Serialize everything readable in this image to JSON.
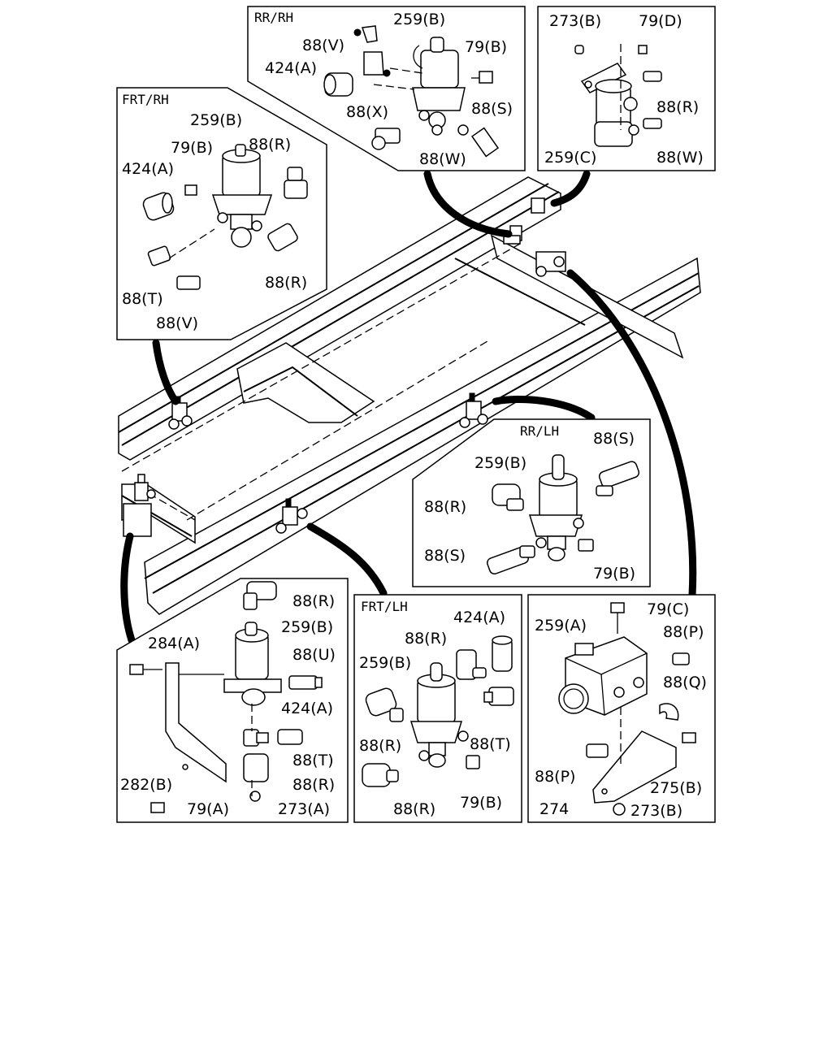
{
  "panels": {
    "rr_rh": {
      "title": "RR/RH",
      "labels": {
        "l1": "259(B)",
        "l2": "88(V)",
        "l3": "79(B)",
        "l4": "424(A)",
        "l5": "88(X)",
        "l6": "88(S)",
        "l7": "88(W)"
      }
    },
    "top_right": {
      "title": "",
      "labels": {
        "l1": "273(B)",
        "l2": "79(D)",
        "l3": "88(R)",
        "l4": "259(C)",
        "l5": "88(W)"
      }
    },
    "frt_rh": {
      "title": "FRT/RH",
      "labels": {
        "l1": "259(B)",
        "l2": "79(B)",
        "l3": "88(R)",
        "l4": "424(A)",
        "l5": "88(R)",
        "l6": "88(T)",
        "l7": "88(V)"
      }
    },
    "rr_lh": {
      "title": "RR/LH",
      "labels": {
        "l1": "88(S)",
        "l2": "259(B)",
        "l3": "88(R)",
        "l4": "88(S)",
        "l5": "79(B)"
      }
    },
    "bottom_left": {
      "title": "",
      "labels": {
        "l1": "88(R)",
        "l2": "259(B)",
        "l3": "284(A)",
        "l4": "88(U)",
        "l5": "424(A)",
        "l6": "88(T)",
        "l7": "282(B)",
        "l8": "88(R)",
        "l9": "79(A)",
        "l10": "273(A)"
      }
    },
    "frt_lh": {
      "title": "FRT/LH",
      "labels": {
        "l1": "424(A)",
        "l2": "88(R)",
        "l3": "259(B)",
        "l4": "88(R)",
        "l5": "88(T)",
        "l6": "88(R)",
        "l7": "79(B)"
      }
    },
    "bottom_right": {
      "title": "",
      "labels": {
        "l1": "79(C)",
        "l2": "259(A)",
        "l3": "88(P)",
        "l4": "88(Q)",
        "l5": "88(P)",
        "l6": "275(B)",
        "l7": "274",
        "l8": "273(B)"
      }
    }
  }
}
